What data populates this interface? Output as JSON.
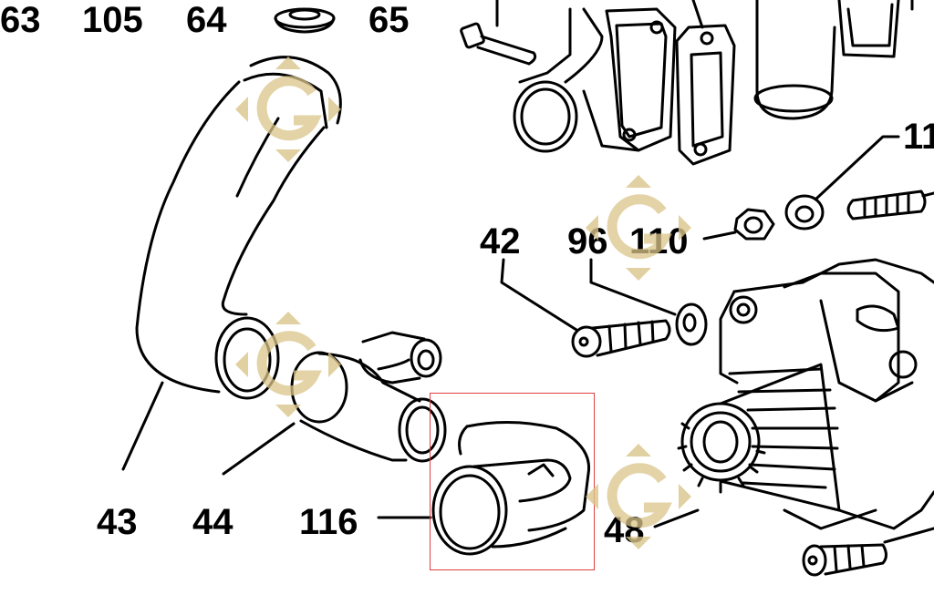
{
  "labels": {
    "p63": "63",
    "p105": "105",
    "p64": "64",
    "p65": "65",
    "p11": "11",
    "p42": "42",
    "p96": "96",
    "p110": "110",
    "p43": "43",
    "p44": "44",
    "p116": "116",
    "p48": "48"
  },
  "colors": {
    "ink": "#000000",
    "highlight": "#e04040",
    "watermark": "#d9c48a"
  },
  "watermark": {
    "icon": "diamond-g-logo-icon",
    "letter": "G"
  }
}
